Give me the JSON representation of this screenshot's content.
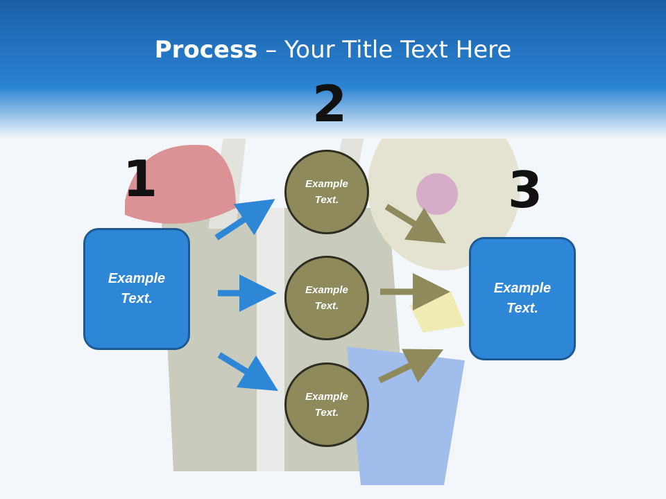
{
  "title": {
    "bold": "Process",
    "rest": " – Your Title Text Here"
  },
  "steps": {
    "n1": "1",
    "n2": "2",
    "n3": "3"
  },
  "left_box": {
    "line1": "Example",
    "line2": "Text."
  },
  "circles": [
    {
      "line1": "Example",
      "line2": "Text."
    },
    {
      "line1": "Example",
      "line2": "Text."
    },
    {
      "line1": "Example",
      "line2": "Text."
    }
  ],
  "right_box": {
    "line1": "Example",
    "line2": "Text."
  },
  "colors": {
    "box": "#2e86d6",
    "circle": "#8e8a5c",
    "blue_arrow": "#2e86d6",
    "olive_arrow": "#8e8a5c",
    "header": "#1b5fa8"
  }
}
